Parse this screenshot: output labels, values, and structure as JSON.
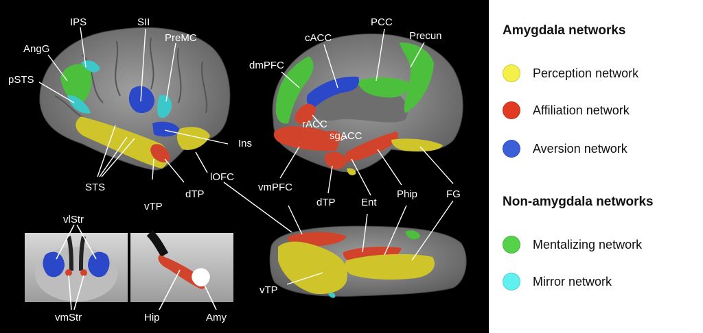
{
  "brain_labels": {
    "lateral": {
      "ips": "IPS",
      "sii": "SII",
      "angg": "AngG",
      "premc": "PreMC",
      "psts": "pSTS",
      "ins": "Ins",
      "sts": "STS",
      "lofc": "lOFC",
      "dtp": "dTP",
      "vtp": "vTP"
    },
    "medial": {
      "cacc": "cACC",
      "pcc": "PCC",
      "precun": "Precun",
      "dmpfc": "dmPFC",
      "racc": "rACC",
      "sgacc": "sgACC",
      "vmpfc": "vmPFC",
      "dtp": "dTP",
      "ent": "Ent",
      "phip": "Phip",
      "fg": "FG"
    },
    "ventral": {
      "vtp": "vTP"
    },
    "inset_coronal": {
      "vlstr": "vlStr",
      "vmstr": "vmStr"
    },
    "inset_sagittal": {
      "hip": "Hip",
      "amy": "Amy"
    }
  },
  "legend": {
    "amygdala_heading": "Amygdala networks",
    "amygdala_items": [
      {
        "label": "Perception network",
        "color": "#f5ef4a"
      },
      {
        "label": "Affiliation network",
        "color": "#e23a22"
      },
      {
        "label": "Aversion network",
        "color": "#3b5fd6"
      }
    ],
    "non_amygdala_heading": "Non-amygdala networks",
    "non_amygdala_items": [
      {
        "label": "Mentalizing network",
        "color": "#55d24a"
      },
      {
        "label": "Mirror network",
        "color": "#5ff0ef"
      }
    ]
  },
  "colors": {
    "perception": "#cfc52a",
    "affiliation": "#d2432c",
    "aversion": "#2a48c8",
    "mentalizing": "#4cbf3c",
    "mirror": "#3cc8c8",
    "cortex": "#8a8a8a",
    "white": "#ffffff"
  }
}
